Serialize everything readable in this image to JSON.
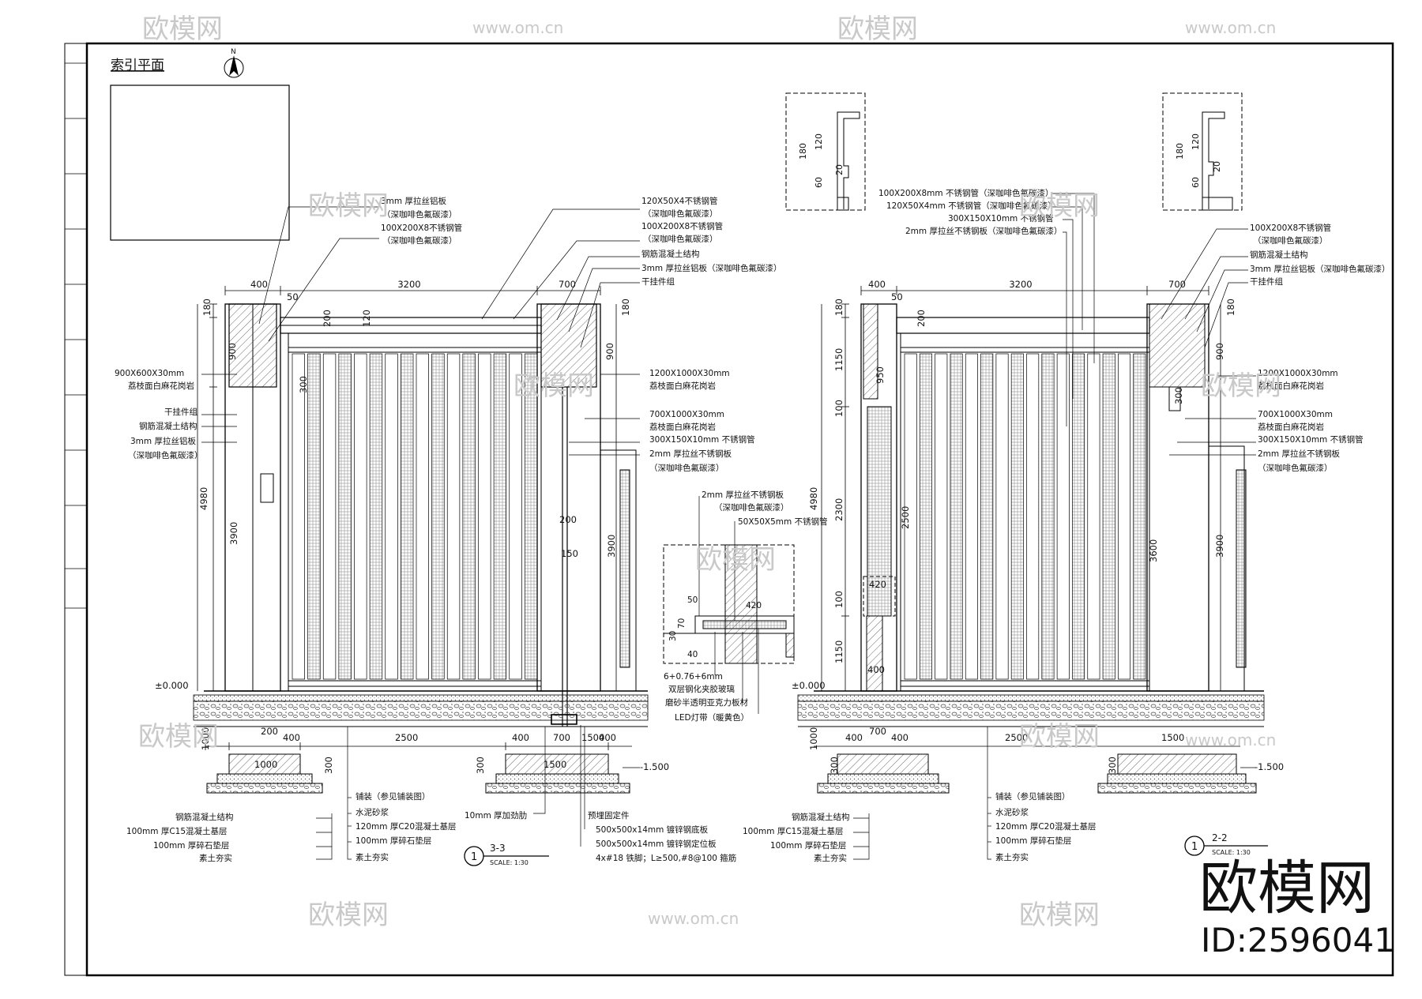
{
  "index_plan": {
    "title": "索引平面",
    "north": "N"
  },
  "left": {
    "dims_top": [
      "400",
      "3200",
      "700"
    ],
    "dim_50": "50",
    "dims_left": [
      "180",
      "900",
      "3900",
      "4980"
    ],
    "dims_col": [
      "200",
      "120",
      "300",
      "200",
      "150"
    ],
    "dims_right": [
      "180",
      "900",
      "3900"
    ],
    "dims_bottom": [
      "200",
      "400",
      "2500",
      "400",
      "700",
      "1500",
      "400"
    ],
    "footing": [
      "1000",
      "300",
      "1000",
      "1500",
      "300"
    ],
    "elev": "-1.500",
    "zero": "±0.000",
    "labels_top": [
      "3mm 厚拉丝铝板",
      "（深咖啡色氟碳漆）",
      "100X200X8不锈钢管",
      "（深咖啡色氟碳漆）",
      "120X50X4不锈钢管",
      "（深咖啡色氟碳漆）",
      "100X200X8不锈钢管",
      "（深咖啡色氟碳漆）",
      "钢筋混凝土结构",
      "3mm 厚拉丝铝板（深咖啡色氟碳漆）",
      "干挂件组"
    ],
    "labels_left": [
      "900X600X30mm",
      "荔枝面白麻花岗岩",
      "干挂件组",
      "钢筋混凝土结构",
      "3mm 厚拉丝铝板",
      "（深咖啡色氟碳漆）"
    ],
    "labels_right": [
      "1200X1000X30mm",
      "荔枝面白麻花岗岩",
      "700X1000X30mm",
      "荔枝面白麻花岗岩",
      "300X150X10mm 不锈钢管",
      "2mm 厚拉丝不锈钢板",
      "（深咖啡色氟碳漆）"
    ],
    "labels_bottom": [
      "铺装（参见铺装图）",
      "水泥砂浆",
      "120mm 厚C20混凝土基层",
      "100mm 厚碎石垫层",
      "素土夯实"
    ],
    "labels_bottom_left": [
      "钢筋混凝土结构",
      "100mm 厚C15混凝土基层",
      "100mm 厚碎石垫层",
      "素土夯实"
    ],
    "labels_found": [
      "10mm 厚加劲肋",
      "预埋固定件",
      "500x500x14mm 镀锌钢底板",
      "500x500x14mm 镀锌钢定位板",
      "4x#18 铁脚；L≥500,#8@100 箍筋"
    ],
    "section_no": "1",
    "section_name": "3-3",
    "scale": "SCALE:  1:30"
  },
  "detail": {
    "labels": [
      "2mm 厚拉丝不锈钢板",
      "（深咖啡色氟碳漆）",
      "50X50X5mm 不锈钢管",
      "6+0.76+6mm",
      "双层钢化夹胶玻璃",
      "磨砂半透明亚克力板材",
      "LED灯带（暖黄色）"
    ],
    "dims": [
      "50",
      "30",
      "70",
      "40",
      "420"
    ]
  },
  "right": {
    "dims_top": [
      "400",
      "3200",
      "700"
    ],
    "dim_50": "50",
    "dims_left": [
      "180",
      "1150",
      "100",
      "2300",
      "100",
      "1150",
      "4980"
    ],
    "dims_col": [
      "200",
      "950",
      "2500",
      "420",
      "400",
      "700"
    ],
    "dims_right": [
      "180",
      "900",
      "300",
      "3600",
      "3900"
    ],
    "dims_bottom": [
      "400",
      "400",
      "2500",
      "1500"
    ],
    "footing": [
      "1000",
      "300",
      "300"
    ],
    "elev": "-1.500",
    "zero": "±0.000",
    "labels_top": [
      "100X200X8mm 不锈钢管（深咖啡色氟碳漆）",
      "120X50X4mm 不锈钢管（深咖啡色氟碳漆）",
      "300X150X10mm 不锈钢管",
      "2mm 厚拉丝不锈钢板（深咖啡色氟碳漆）"
    ],
    "labels_right": [
      "100X200X8不锈钢管",
      "（深咖啡色氟碳漆）",
      "钢筋混凝土结构",
      "3mm 厚拉丝铝板（深咖啡色氟碳漆）",
      "干挂件组",
      "1200X1000X30mm",
      "荔枝面白麻花岗岩",
      "700X1000X30mm",
      "荔枝面白麻花岗岩",
      "300X150X10mm 不锈钢管",
      "2mm 厚拉丝不锈钢板",
      "（深咖啡色氟碳漆）"
    ],
    "labels_bottom": [
      "铺装（参见铺装图）",
      "水泥砂浆",
      "120mm 厚C20混凝土基层",
      "100mm 厚碎石垫层",
      "素土夯实"
    ],
    "labels_bottom_left": [
      "钢筋混凝土结构",
      "100mm 厚C15混凝土基层",
      "100mm 厚碎石垫层",
      "素土夯实"
    ],
    "section_no": "1",
    "section_name": "2-2",
    "scale": "SCALE:  1:30"
  },
  "cap_details": {
    "dims": [
      "180",
      "120",
      "60",
      "20"
    ]
  },
  "watermark": {
    "brand": "欧模网",
    "url": "www.om.cn",
    "id": "ID:2596041"
  }
}
